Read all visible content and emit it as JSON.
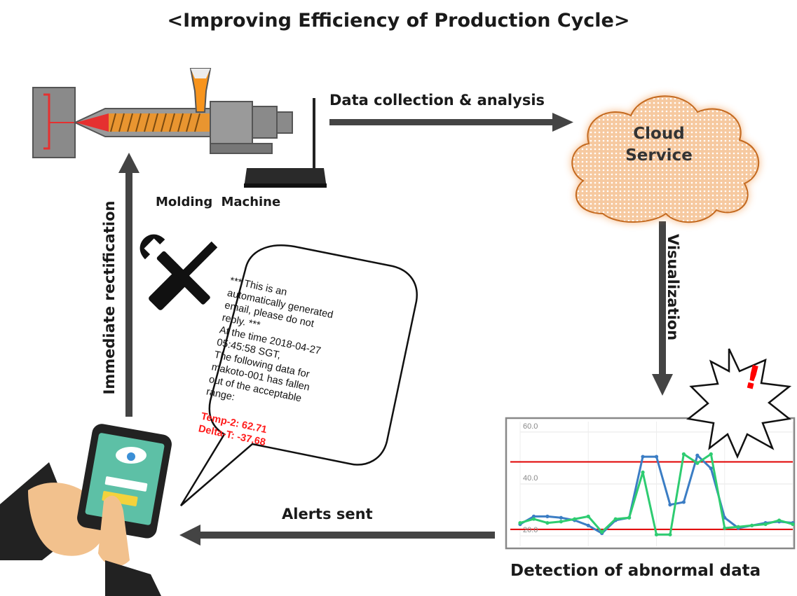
{
  "title": "<Improving Efficiency of Production Cycle>",
  "labels": {
    "data_collection": "Data collection & analysis",
    "cloud_line1": "Cloud",
    "cloud_line2": "Service",
    "molding_machine": "Molding Machine",
    "visualization": "Visualization",
    "immediate_rectification": "Immediate rectification",
    "alerts_sent": "Alerts sent",
    "detection": "Detection of abnormal data"
  },
  "email": {
    "lines": [
      "*** This is an",
      "automatically generated",
      "email, please do not",
      "reply. ***",
      "At the time 2018-04-27",
      "05:45:58 SGT,",
      "The following data for",
      "makoto-001 has fallen",
      "out of the acceptable",
      "range:"
    ],
    "alerts": [
      "Temp-2: 62.71",
      "Delta-T: -37.68"
    ]
  },
  "alert_mark": "!",
  "colors": {
    "arrow": "#444444",
    "cloud_fill": "#f6c9a0",
    "cloud_glow": "#f4a35e",
    "alert_red": "#ff0000",
    "series_blue": "#3b7dc4",
    "series_green": "#2ecc71",
    "threshold": "#e00000",
    "nozzle_red": "#e53030",
    "pellet_orange": "#f7941d"
  },
  "icons": [
    "wrench-screwdriver-icon",
    "smartphone-hand-icon",
    "wifi-router-icon",
    "injection-molding-machine-icon",
    "explosion-burst-icon"
  ],
  "chart_data": {
    "type": "line",
    "x": [
      0,
      1,
      2,
      3,
      4,
      5,
      6,
      7,
      8,
      9,
      10,
      11,
      12,
      13,
      14,
      15,
      16,
      17,
      18,
      19,
      20
    ],
    "yticks": [
      "60.0",
      "40.0",
      "20.0"
    ],
    "ylim": [
      16,
      64
    ],
    "thresholds": [
      48.5,
      22.5
    ],
    "series": [
      {
        "values": [
          24.5,
          27.5,
          27.5,
          27,
          26,
          24,
          21,
          26,
          27,
          50.5,
          50.5,
          32,
          33,
          51,
          46,
          27,
          23,
          24,
          25,
          25.5,
          25
        ]
      },
      {
        "values": [
          25,
          26.5,
          25,
          25.5,
          26.5,
          27.5,
          21.5,
          26.5,
          27,
          44.5,
          20.5,
          20.5,
          51.5,
          48,
          51.5,
          23,
          23.5,
          24,
          24.5,
          26,
          24.5
        ]
      }
    ]
  }
}
